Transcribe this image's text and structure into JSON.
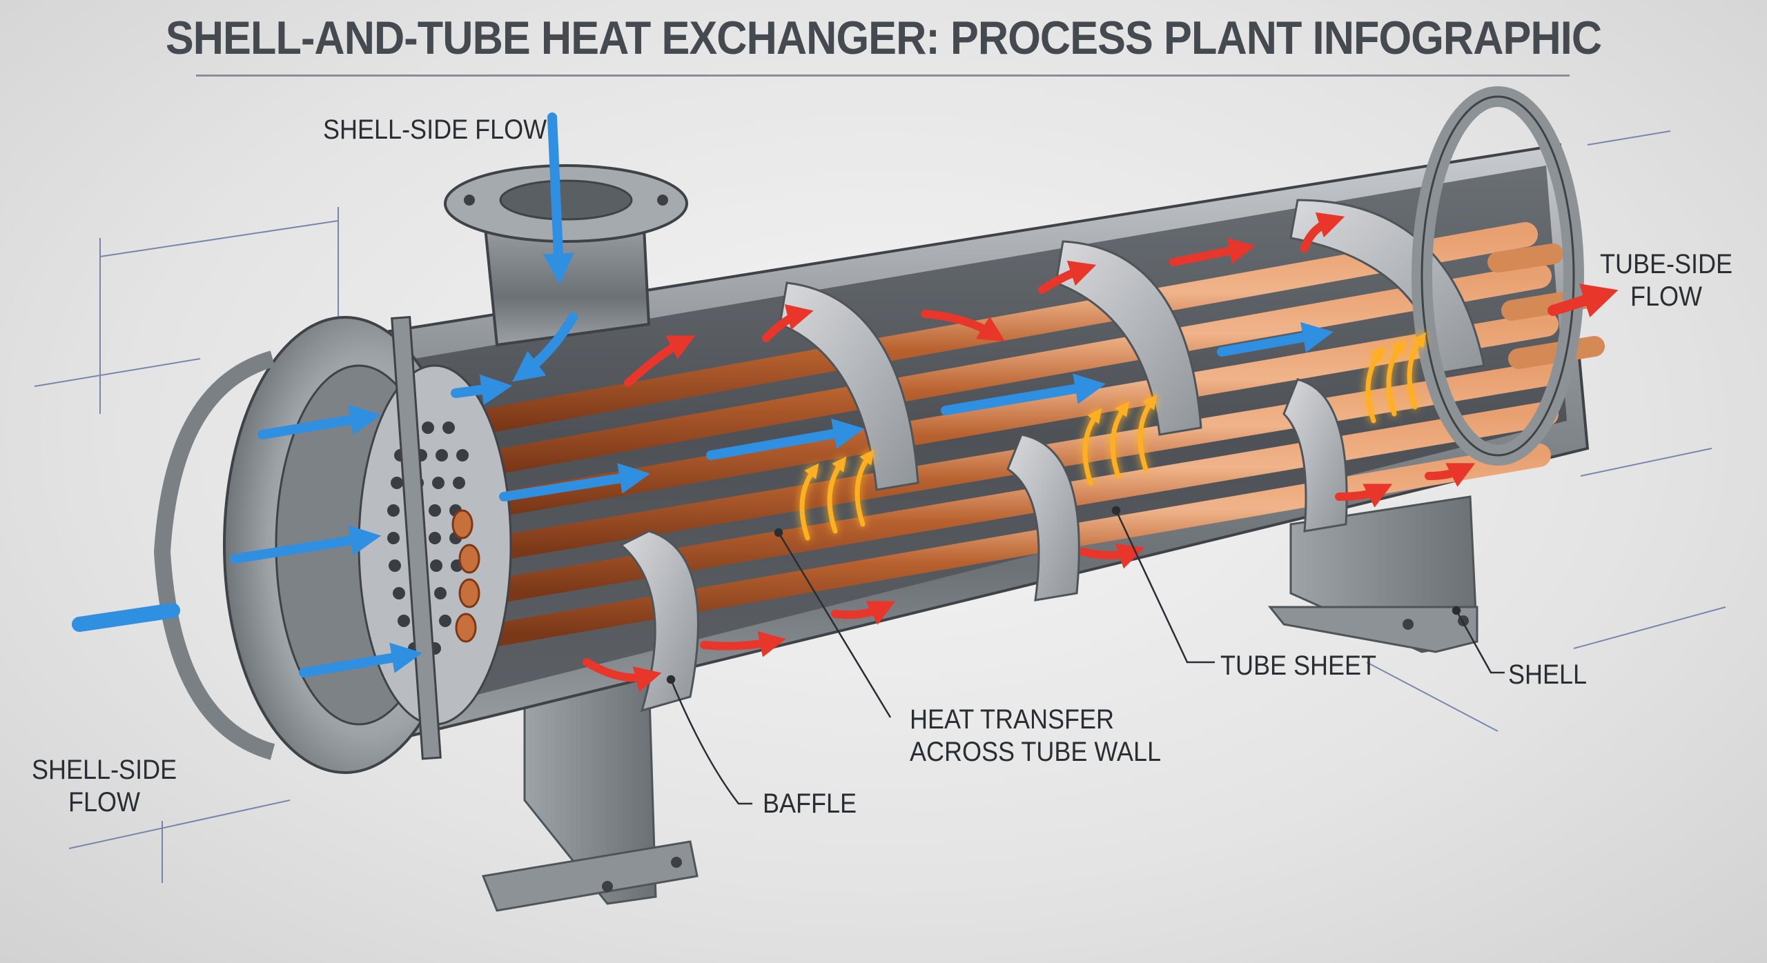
{
  "title": "SHELL-AND-TUBE HEAT EXCHANGER: PROCESS PLANT INFOGRAPHIC",
  "labels": {
    "shell_side_flow_top": "SHELL-SIDE FLOW",
    "shell_side_flow_left_line1": "SHELL-SIDE",
    "shell_side_flow_left_line2": "FLOW",
    "tube_side_flow_line1": "TUBE-SIDE",
    "tube_side_flow_line2": "FLOW",
    "heat_transfer_line1": "HEAT TRANSFER",
    "heat_transfer_line2": "ACROSS TUBE WALL",
    "baffle": "BAFFLE",
    "tube_sheet": "TUBE SHEET",
    "shell": "SHELL"
  },
  "colors": {
    "cold_flow": "#2f8fe0",
    "hot_flow": "#e8372a",
    "heat_glow": "#ffb020",
    "copper": "#c8703c",
    "steel": "#9aa0a6",
    "dimension_line": "#5d6f9c"
  }
}
